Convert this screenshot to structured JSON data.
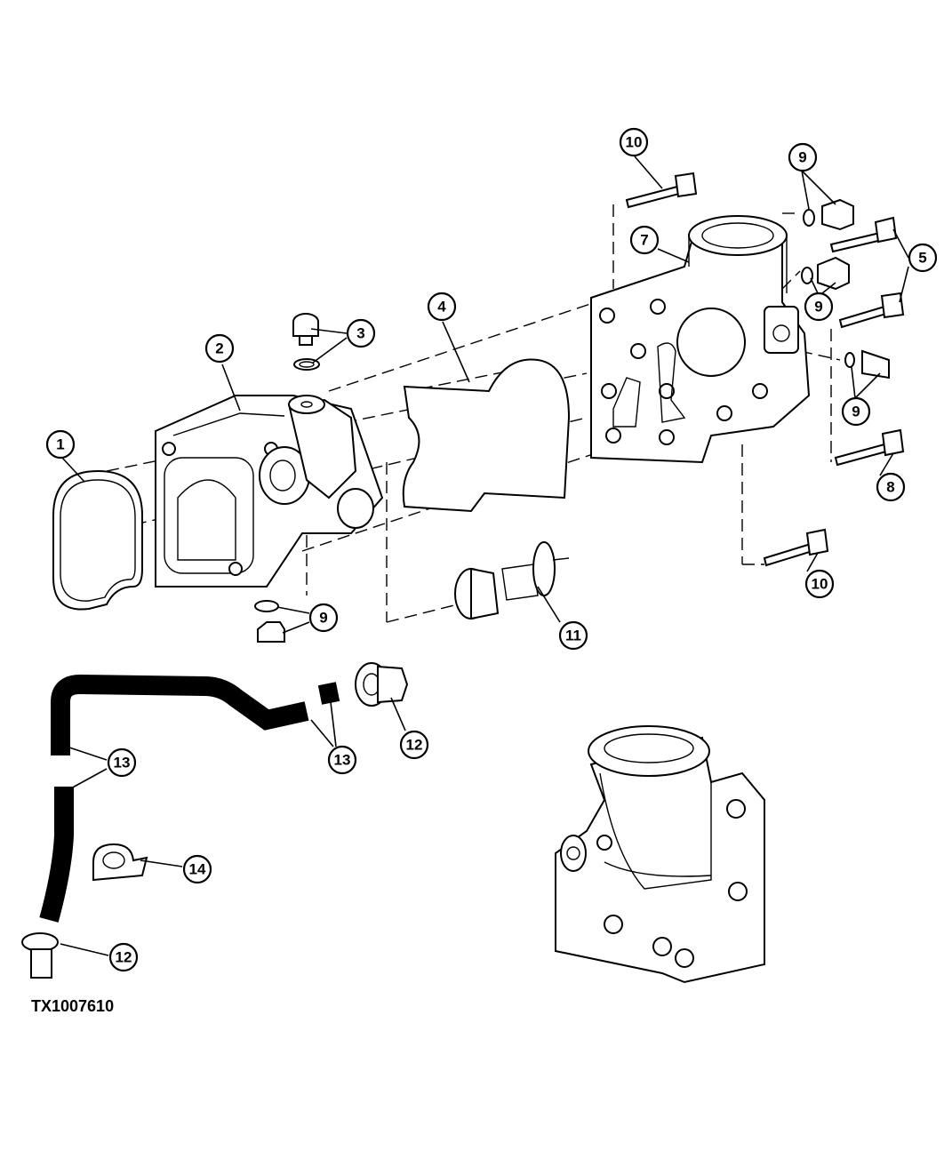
{
  "figure": {
    "id": "TX1007610"
  },
  "callouts": [
    {
      "key": "c1",
      "label": "1"
    },
    {
      "key": "c2",
      "label": "2"
    },
    {
      "key": "c3",
      "label": "3"
    },
    {
      "key": "c4",
      "label": "4"
    },
    {
      "key": "c5",
      "label": "5"
    },
    {
      "key": "c7",
      "label": "7"
    },
    {
      "key": "c8",
      "label": "8"
    },
    {
      "key": "c9a",
      "label": "9"
    },
    {
      "key": "c9b",
      "label": "9"
    },
    {
      "key": "c9c",
      "label": "9"
    },
    {
      "key": "c9d",
      "label": "9"
    },
    {
      "key": "c10a",
      "label": "10"
    },
    {
      "key": "c10b",
      "label": "10"
    },
    {
      "key": "c11",
      "label": "11"
    },
    {
      "key": "c12a",
      "label": "12"
    },
    {
      "key": "c12b",
      "label": "12"
    },
    {
      "key": "c13a",
      "label": "13"
    },
    {
      "key": "c13b",
      "label": "13"
    },
    {
      "key": "c14",
      "label": "14"
    }
  ]
}
